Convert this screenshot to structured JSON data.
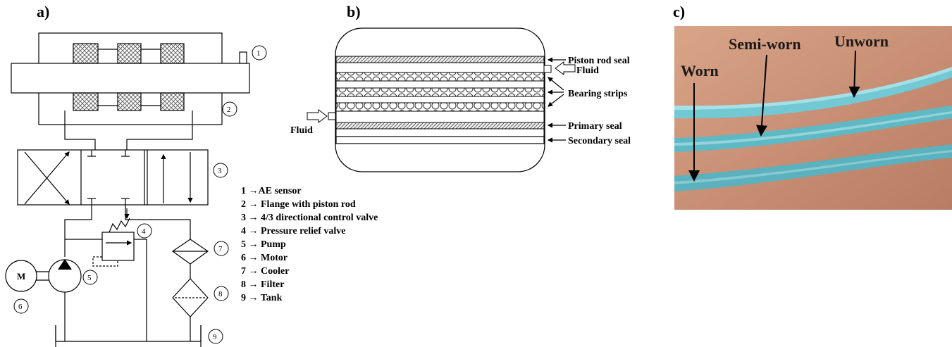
{
  "panels": {
    "a": {
      "label": "a)",
      "numbers": [
        "1",
        "2",
        "3",
        "4",
        "5",
        "6",
        "7",
        "8",
        "9"
      ],
      "motor_symbol": "M",
      "legend": [
        "1 →AE sensor",
        "2 → Flange with piston rod",
        "3 → 4/3 directional control valve",
        "4 → Pressure relief valve",
        "5 → Pump",
        "6 → Motor",
        "7 → Cooler",
        "8 → Filter",
        "9 → Tank"
      ]
    },
    "b": {
      "label": "b)",
      "labels": {
        "piston_rod_seal": "Piston rod seal",
        "fluid_right": "Fluid",
        "bearing_strips": "Bearing strips",
        "fluid_left": "Fluid",
        "primary_seal": "Primary seal",
        "secondary_seal": "Secondary seal"
      }
    },
    "c": {
      "label": "c)",
      "labels": {
        "worn": "Worn",
        "semi_worn": "Semi-worn",
        "unworn": "Unworn"
      },
      "colors": {
        "background": "#c98f74",
        "strip": "#6fc4cf",
        "strip_dark": "#4aa7b4"
      }
    }
  }
}
